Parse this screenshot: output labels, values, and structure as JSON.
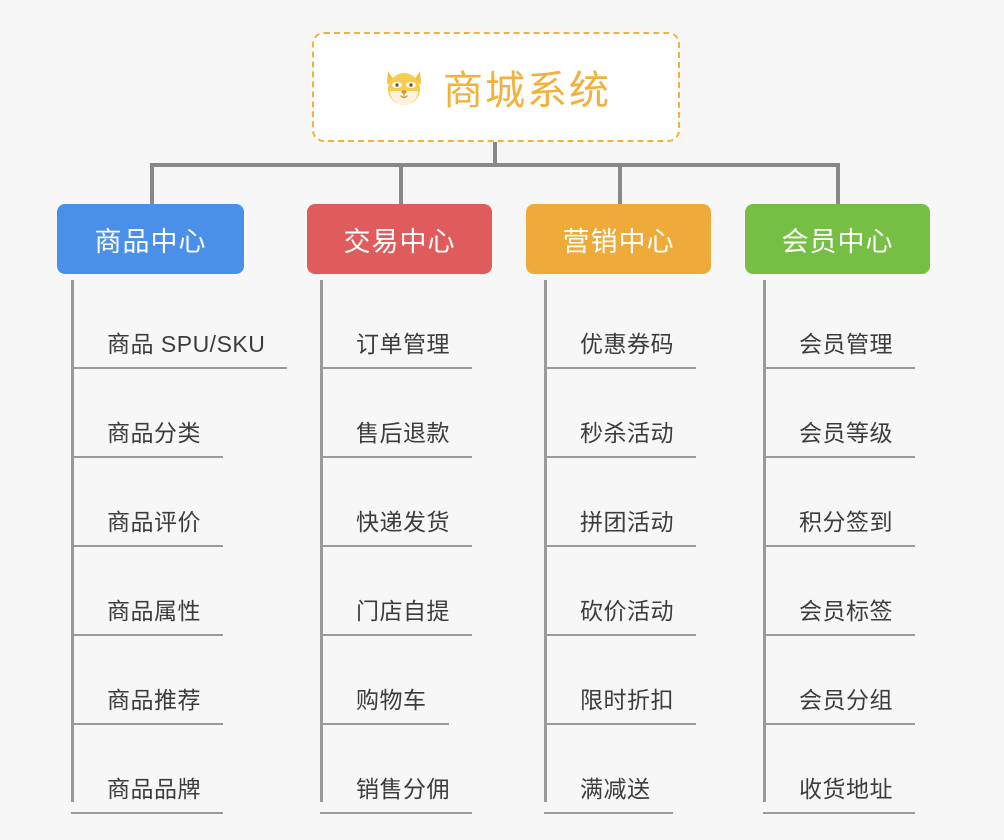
{
  "page": {
    "background_color": "#f7f7f7",
    "type": "mindmap-tree"
  },
  "root": {
    "title": "商城系统",
    "icon": "dog-face-emoji",
    "text_color": "#f2b13c",
    "border_color": "#f2b13c",
    "background_color": "#ffffff"
  },
  "connector": {
    "color": "#888888"
  },
  "branches": [
    {
      "label": "商品中心",
      "color": "#4a90e8",
      "items": [
        "商品 SPU/SKU",
        "商品分类",
        "商品评价",
        "商品属性",
        "商品推荐",
        "商品品牌"
      ]
    },
    {
      "label": "交易中心",
      "color": "#e05c5c",
      "items": [
        "订单管理",
        "售后退款",
        "快递发货",
        "门店自提",
        "购物车",
        "销售分佣"
      ]
    },
    {
      "label": "营销中心",
      "color": "#eeab3a",
      "items": [
        "优惠券码",
        "秒杀活动",
        "拼团活动",
        "砍价活动",
        "限时折扣",
        "满减送"
      ]
    },
    {
      "label": "会员中心",
      "color": "#76bf45",
      "items": [
        "会员管理",
        "会员等级",
        "积分签到",
        "会员标签",
        "会员分组",
        "收货地址"
      ]
    }
  ]
}
